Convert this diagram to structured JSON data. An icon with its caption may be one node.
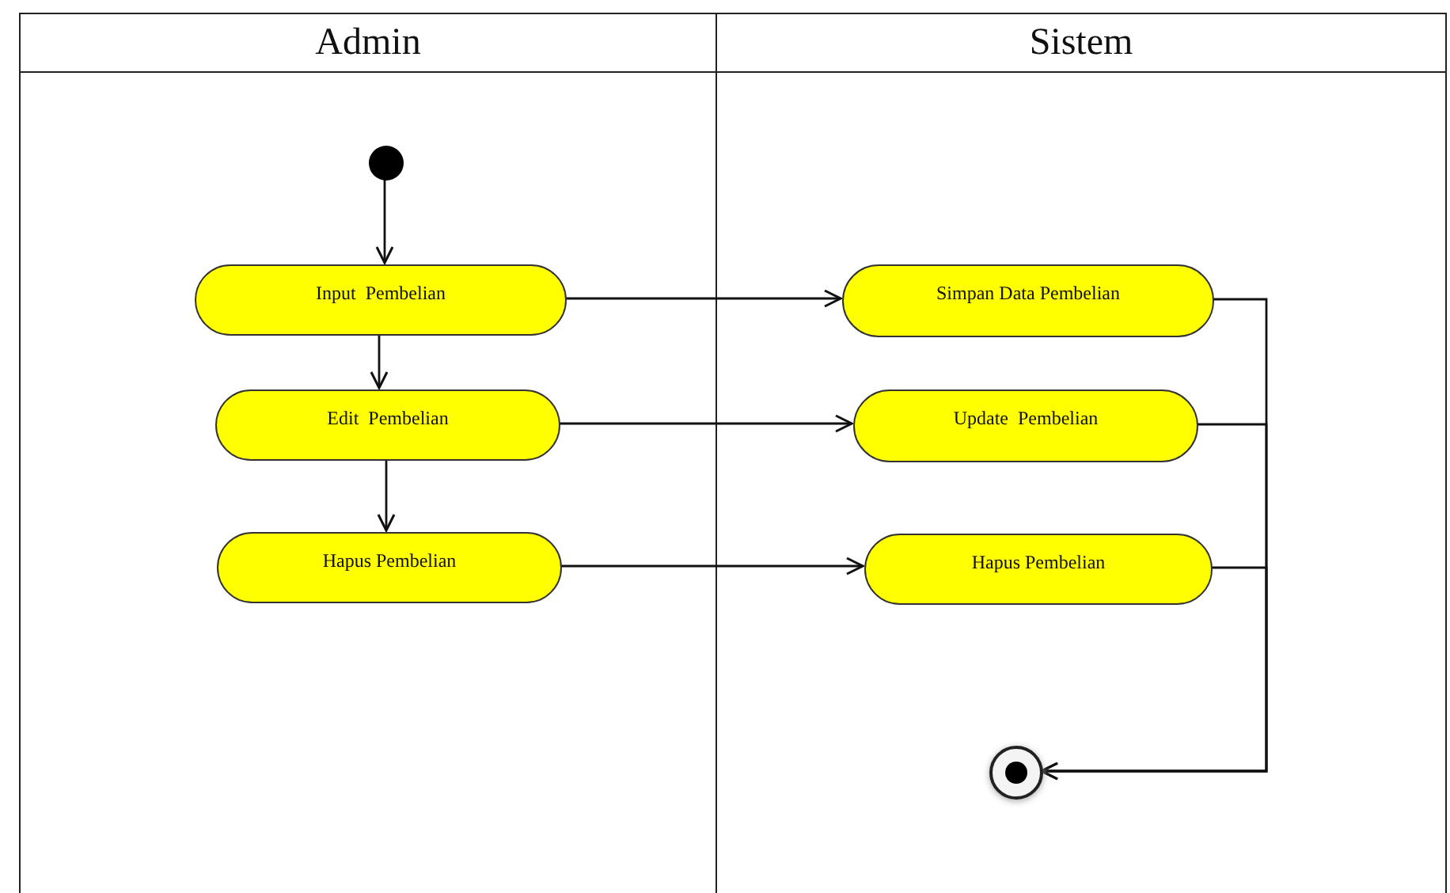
{
  "diagram": {
    "nodes": [
      {
        "text": [
          "Admin"
        ]
      },
      {
        "text": [
          "Sistem"
        ]
      },
      {
        "text": [],
        "shape": "circle",
        "in": 0
      },
      {
        "text": [
          "Input  Pembelian"
        ],
        "in": 0
      },
      {
        "text": [
          "Edit  Pembelian"
        ],
        "in": 0
      },
      {
        "text": [
          "Hapus Pembelian"
        ],
        "in": 0
      },
      {
        "text": [
          "Simpan Data Pembelian"
        ],
        "in": 1
      },
      {
        "text": [
          "Update  Pembelian"
        ],
        "in": 1
      },
      {
        "text": [
          "Hapus Pembelian"
        ],
        "in": 1
      },
      {
        "text": [],
        "shape": "circle",
        "in": 1
      }
    ],
    "edges": [
      {
        "from": 2,
        "to": 3,
        "arrow": "to"
      },
      {
        "from": 3,
        "to": 4,
        "arrow": "to"
      },
      {
        "from": 4,
        "to": 5,
        "arrow": "to"
      },
      {
        "from": 3,
        "to": 6,
        "arrow": "to"
      },
      {
        "from": 4,
        "to": 7,
        "arrow": "to"
      },
      {
        "from": 5,
        "to": 8,
        "arrow": "to"
      },
      {
        "from": 6,
        "to": 9,
        "arrow": "to"
      },
      {
        "from": 7,
        "to": 9,
        "arrow": "to"
      },
      {
        "from": 8,
        "to": 9,
        "arrow": "to"
      }
    ]
  }
}
